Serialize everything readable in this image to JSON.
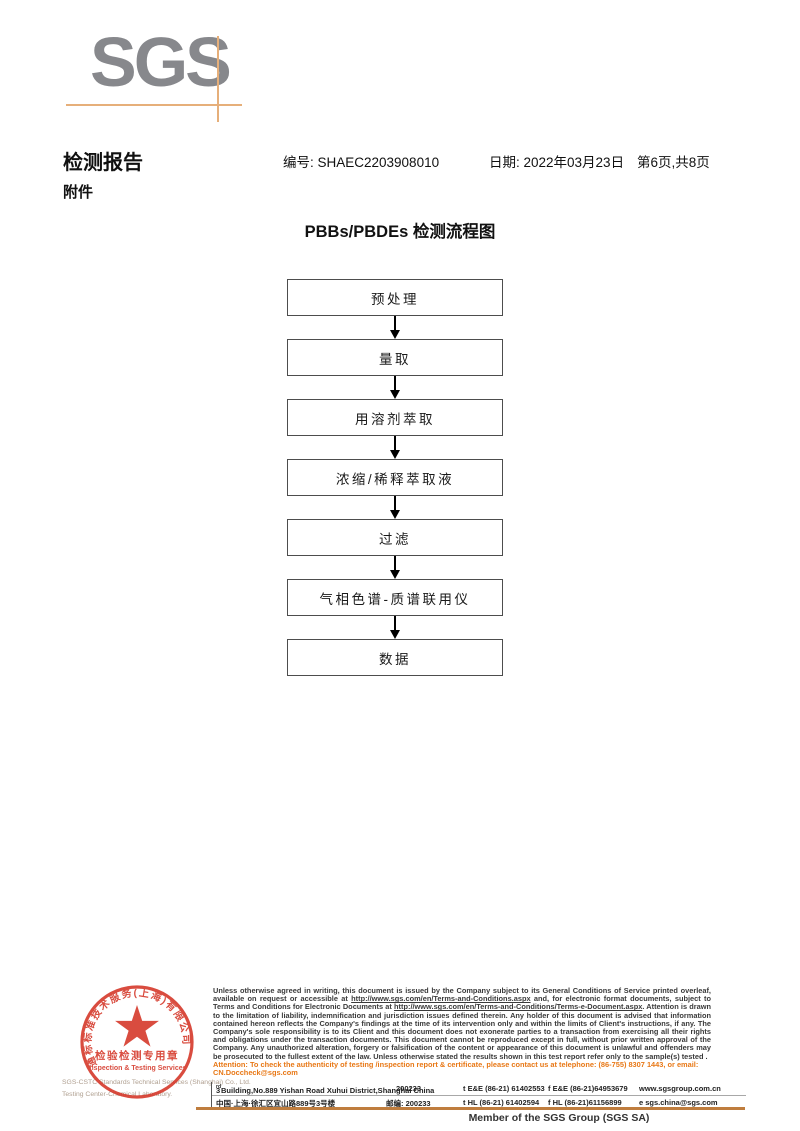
{
  "logo": {
    "text": "SGS"
  },
  "header": {
    "report_title": "检测报告",
    "report_no": "编号: SHAEC2203908010",
    "date": "日期: 2022年03月23日",
    "page_info": "第6页,共8页",
    "attachment_label": "附件"
  },
  "flowchart": {
    "title": "PBBs/PBDEs 检测流程图",
    "steps": [
      "预处理",
      "量取",
      "用溶剂萃取",
      "浓缩/稀释萃取液",
      "过滤",
      "气相色谱-质谱联用仪",
      "数据"
    ]
  },
  "footer": {
    "legal": {
      "part1": "Unless otherwise agreed in writing, this document is issued by the Company subject to its General Conditions of Service printed overleaf, available on request or accessible at ",
      "link1": "http://www.sgs.com/en/Terms-and-Conditions.aspx",
      "part2": " and, for electronic format documents, subject to Terms and Conditions for Electronic Documents at ",
      "link2": "http://www.sgs.com/en/Terms-and-Conditions/Terms-e-Document.aspx",
      "part3": ". Attention is drawn to the limitation of liability, indemnification and jurisdiction issues defined therein. Any holder of this document is advised that information contained hereon reflects the Company's findings at the time of its intervention only and within the limits of Client's instructions, if any. The Company's sole responsibility is to its Client and this document does not exonerate parties to a transaction from exercising all their rights and obligations under the transaction documents. This document cannot be reproduced except in full, without prior written approval of the Company. Any unauthorized alteration, forgery or falsification of the content or appearance of this document is unlawful and offenders may be prosecuted to the fullest extent of the law. Unless otherwise stated the results shown in this test report refer only to the sample(s) tested ."
    },
    "attention_text": "Attention: To check the authenticity of testing /inspection report & certificate, please contact us at telephone: (86-755) 8307 1443, or email: ",
    "attention_email": "CN.Doccheck@sgs.com",
    "company_line1": "SGS-CSTC Standards Technical Services (Shanghai) Co., Ltd.",
    "company_line2": "Testing Center-Chemical Laboratory.",
    "stamp": {
      "arc_text": "通标标准技术服务(上海)有限公司",
      "label_cn": "检验检测专用章",
      "label_en": "Inspection & Testing Services"
    },
    "address": {
      "en_base": "3",
      "en_sup": "rd",
      "en_rest": "Building,No.889 Yishan Road Xuhui District,Shanghai China",
      "en_postcode": "200233",
      "tel_ee": "t E&E (86-21) 61402553",
      "fax_ee": "f E&E (86-21)64953679",
      "website": "www.sgsgroup.com.cn",
      "cn_address": "中国·上海·徐汇区宜山路889号3号楼",
      "cn_postcode": "邮编: 200233",
      "tel_hl": "t HL (86-21) 61402594",
      "fax_hl": "f HL (86-21)61156899",
      "email": "e sgs.china@sgs.com"
    },
    "member_line": "Member of the SGS Group (SGS SA)"
  }
}
